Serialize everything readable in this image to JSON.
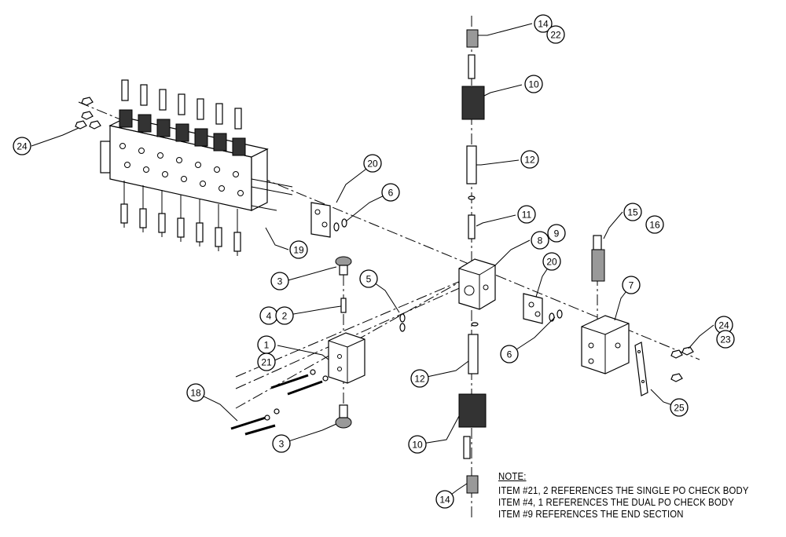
{
  "callouts": [
    {
      "label": "14"
    },
    {
      "label": "22"
    },
    {
      "label": "10"
    },
    {
      "label": "12"
    },
    {
      "label": "11"
    },
    {
      "label": "15"
    },
    {
      "label": "16"
    },
    {
      "label": "20"
    },
    {
      "label": "6"
    },
    {
      "label": "8"
    },
    {
      "label": "9"
    },
    {
      "label": "24"
    },
    {
      "label": "19"
    },
    {
      "label": "3"
    },
    {
      "label": "5"
    },
    {
      "label": "4"
    },
    {
      "label": "2"
    },
    {
      "label": "1"
    },
    {
      "label": "21"
    },
    {
      "label": "18"
    },
    {
      "label": "3"
    },
    {
      "label": "12"
    },
    {
      "label": "10"
    },
    {
      "label": "14"
    },
    {
      "label": "20"
    },
    {
      "label": "7"
    },
    {
      "label": "6"
    },
    {
      "label": "24"
    },
    {
      "label": "23"
    },
    {
      "label": "25"
    }
  ],
  "note": {
    "title": "NOTE:",
    "lines": [
      "ITEM #21, 2 REFERENCES THE SINGLE PO CHECK BODY",
      "ITEM #4, 1 REFERENCES THE DUAL PO CHECK BODY",
      "ITEM #9 REFERENCES THE END SECTION"
    ]
  }
}
